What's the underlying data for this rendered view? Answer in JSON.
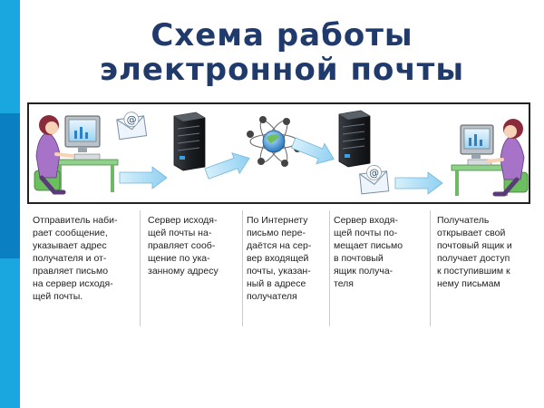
{
  "title": {
    "line1": "Схема работы",
    "line2": "электронной почты"
  },
  "steps": [
    {
      "text": "Отправитель наби-\nрает сообщение,\nуказывает адрес\nполучателя и от-\nправляет письмо\nна сервер исходя-\nщей почты."
    },
    {
      "text": "Сервер исходя-\nщей почты на-\nправляет сооб-\nщение по ука-\nзанному адресу"
    },
    {
      "text": "По Интернету\nписьмо пере-\nдаётся на сер-\nвер входящей\nпочты, указан-\nный в адресе\nполучателя"
    },
    {
      "text": "Сервер входя-\nщей почты по-\nмещает письмо\nв почтовый\nящик получа-\nтеля"
    },
    {
      "text": "Получатель\nоткрывает свой\nпочтовый ящик и\nполучает доступ\nк поступившим к\nнему письмам"
    }
  ],
  "icons": {
    "sender": "person-at-computer-icon",
    "outgoing_envelope": "email-envelope-icon",
    "outgoing_server": "server-icon",
    "internet": "globe-network-icon",
    "incoming_server": "server-icon",
    "incoming_envelope": "email-envelope-icon",
    "recipient": "person-at-computer-icon"
  },
  "colors": {
    "stripe": "#1aa6df",
    "title": "#1f3a6b",
    "arrow": "#9fd8f5"
  }
}
